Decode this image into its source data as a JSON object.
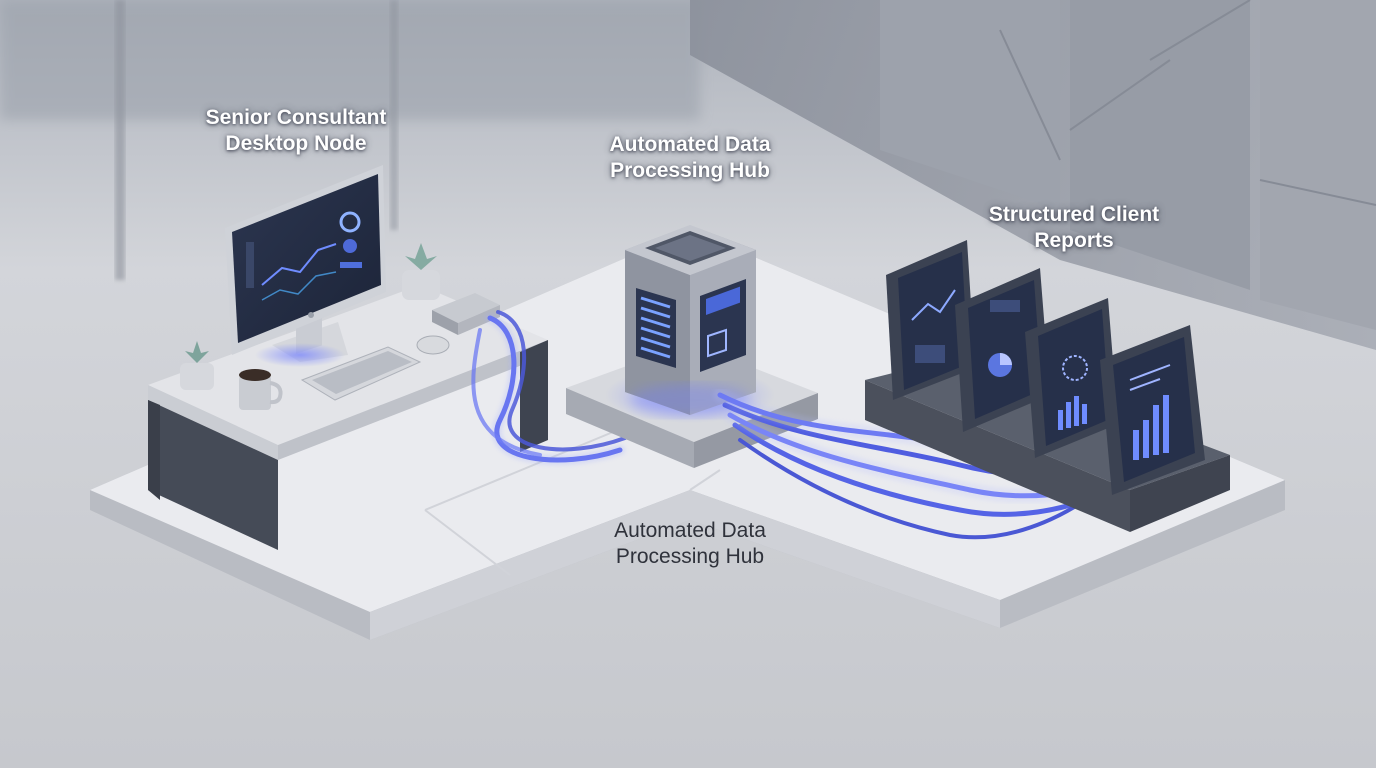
{
  "labels": {
    "desktop_node": {
      "line1": "Senior Consultant",
      "line2": "Desktop Node"
    },
    "hub_top": {
      "line1": "Automated Data",
      "line2": "Processing Hub"
    },
    "hub_bottom": {
      "line1": "Automated Data",
      "line2": "Processing Hub"
    },
    "reports": {
      "line1": "Structured Client",
      "line2": "Reports"
    }
  },
  "colors": {
    "accent_glow": "#4f5dff",
    "cable": "#5a6cf0",
    "platform": "#e9eaee",
    "desk": "#dfe0e5",
    "device_dark": "#3b4252",
    "screen": "#263047"
  }
}
